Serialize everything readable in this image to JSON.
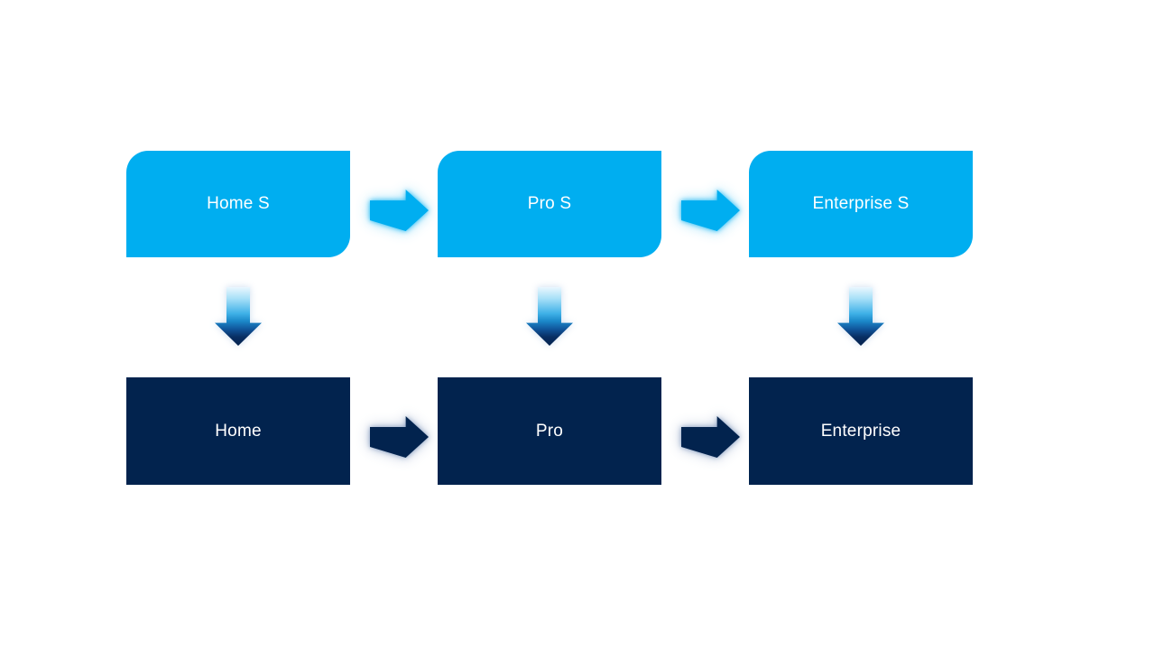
{
  "slide": {
    "background_color": "#FFFFFF",
    "text_color": "#FFFFFF",
    "rows": {
      "top": {
        "shape": "rounded-diagonal-corner-rectangle",
        "fill": "#00AEF0",
        "items": [
          {
            "label": "Home S"
          },
          {
            "label": "Pro S"
          },
          {
            "label": "Enterprise S"
          }
        ]
      },
      "bottom": {
        "shape": "rectangle",
        "fill": "#02234E",
        "items": [
          {
            "label": "Home"
          },
          {
            "label": "Pro"
          },
          {
            "label": "Enterprise"
          }
        ]
      }
    },
    "connectors": {
      "top_horizontal": {
        "type": "right-arrow",
        "fill": "#00AEF0",
        "glow": "#00AEF0",
        "count": 2
      },
      "bottom_horizontal": {
        "type": "right-arrow",
        "fill": "#02234E",
        "glow": "#7891B9",
        "count": 2
      },
      "vertical": {
        "type": "down-arrow",
        "gradient": [
          "#EAF7FE",
          "#3FB1E7",
          "#04224D"
        ],
        "count": 3
      }
    }
  }
}
